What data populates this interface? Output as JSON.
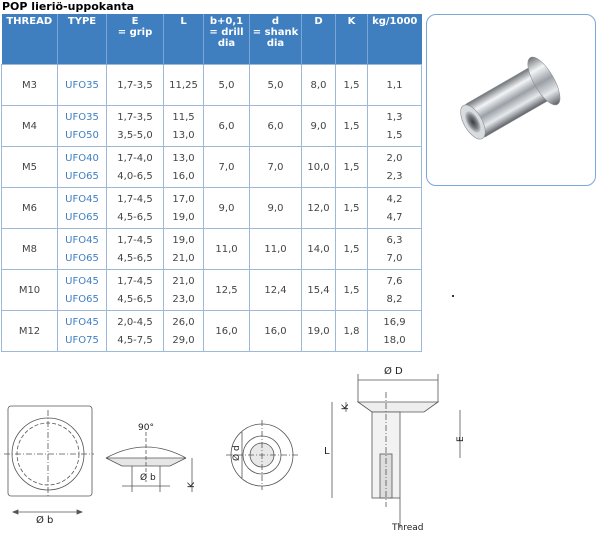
{
  "page_title": "POP lieriö-uppokanta",
  "table": {
    "headers": [
      {
        "l1": "THREAD",
        "l2": "",
        "l3": ""
      },
      {
        "l1": "TYPE",
        "l2": "",
        "l3": ""
      },
      {
        "l1": "E",
        "l2": "= grip",
        "l3": ""
      },
      {
        "l1": "L",
        "l2": "",
        "l3": ""
      },
      {
        "l1": "b+0,1",
        "l2": "= drill",
        "l3": "dia"
      },
      {
        "l1": "d",
        "l2": "= shank",
        "l3": "dia"
      },
      {
        "l1": "D",
        "l2": "",
        "l3": ""
      },
      {
        "l1": "K",
        "l2": "",
        "l3": ""
      },
      {
        "l1": "kg/1000",
        "l2": "",
        "l3": ""
      }
    ],
    "rows": [
      {
        "thread": "M3",
        "types": [
          "UFO35"
        ],
        "grips": [
          "1,7-3,5"
        ],
        "lengths": [
          "11,25"
        ],
        "drill": "5,0",
        "shank": "5,0",
        "D": "8,0",
        "K": "1,5",
        "weights": [
          "1,1"
        ]
      },
      {
        "thread": "M4",
        "types": [
          "UFO35",
          "UFO50"
        ],
        "grips": [
          "1,7-3,5",
          "3,5-5,0"
        ],
        "lengths": [
          "11,5",
          "13,0"
        ],
        "drill": "6,0",
        "shank": "6,0",
        "D": "9,0",
        "K": "1,5",
        "weights": [
          "1,3",
          "1,5"
        ]
      },
      {
        "thread": "M5",
        "types": [
          "UFO40",
          "UFO65"
        ],
        "grips": [
          "1,7-4,0",
          "4,0-6,5"
        ],
        "lengths": [
          "13,0",
          "16,0"
        ],
        "drill": "7,0",
        "shank": "7,0",
        "D": "10,0",
        "K": "1,5",
        "weights": [
          "2,0",
          "2,3"
        ]
      },
      {
        "thread": "M6",
        "types": [
          "UFO45",
          "UFO65"
        ],
        "grips": [
          "1,7-4,5",
          "4,5-6,5"
        ],
        "lengths": [
          "17,0",
          "19,0"
        ],
        "drill": "9,0",
        "shank": "9,0",
        "D": "12,0",
        "K": "1,5",
        "weights": [
          "4,2",
          "4,7"
        ]
      },
      {
        "thread": "M8",
        "types": [
          "UFO45",
          "UFO65"
        ],
        "grips": [
          "1,7-4,5",
          "4,5-6,5"
        ],
        "lengths": [
          "19,0",
          "21,0"
        ],
        "drill": "11,0",
        "shank": "11,0",
        "D": "14,0",
        "K": "1,5",
        "weights": [
          "6,3",
          "7,0"
        ]
      },
      {
        "thread": "M10",
        "types": [
          "UFO45",
          "UFO65"
        ],
        "grips": [
          "1,7-4,5",
          "4,5-6,5"
        ],
        "lengths": [
          "21,0",
          "23,0"
        ],
        "drill": "12,5",
        "shank": "12,4",
        "D": "15,4",
        "K": "1,5",
        "weights": [
          "7,6",
          "8,2"
        ]
      },
      {
        "thread": "M12",
        "types": [
          "UFO45",
          "UFO75"
        ],
        "grips": [
          "2,0-4,5",
          "4,5-7,5"
        ],
        "lengths": [
          "26,0",
          "29,0"
        ],
        "drill": "16,0",
        "shank": "16,0",
        "D": "19,0",
        "K": "1,8",
        "weights": [
          "16,9",
          "18,0"
        ]
      }
    ]
  },
  "drawings": {
    "hole_label": "Ø b",
    "angle_label": "90°",
    "section_b_label": "Ø b",
    "section_k_label": "K",
    "front_d_label": "Ø d",
    "side_D_label": "Ø D",
    "side_K_label": "K",
    "side_E_label": "E",
    "side_L_label": "L",
    "thread_label": "Thread"
  }
}
